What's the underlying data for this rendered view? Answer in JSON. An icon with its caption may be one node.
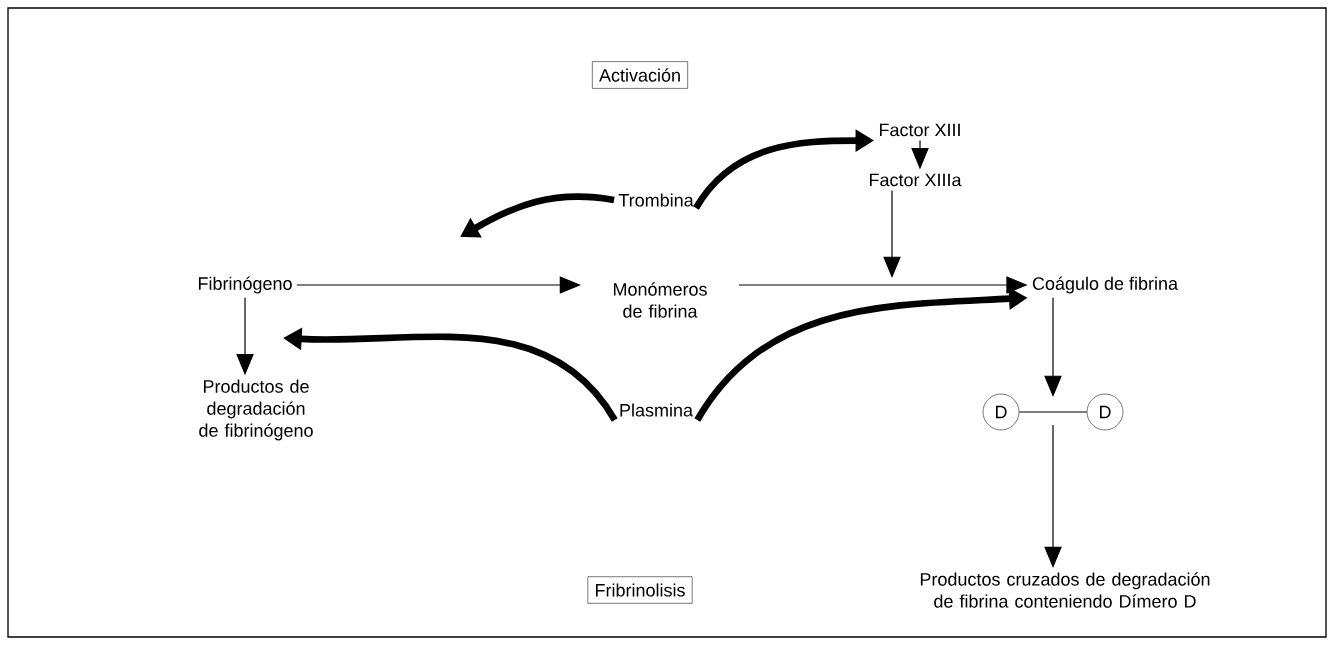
{
  "diagram": {
    "nodes": [
      {
        "text": [
          "Activación"
        ]
      },
      {
        "text": [
          "Factor XIII"
        ]
      },
      {
        "text": [
          "Trombina"
        ]
      },
      {
        "text": [
          "Factor XIIIa"
        ]
      },
      {
        "text": [
          "Fibrinógeno"
        ]
      },
      {
        "text": [
          "Monómeros de fibrina"
        ]
      },
      {
        "text": [
          "Coágulo de fibrina"
        ]
      },
      {
        "text": [
          "Productos de degradación de fibrinógeno"
        ]
      },
      {
        "text": [
          "Plasmina"
        ]
      },
      {
        "text": [
          "D"
        ]
      },
      {
        "text": [
          "D"
        ]
      },
      {
        "text": [
          "Productos cruzados de degradación de fibrina conteniendo Dímero D"
        ]
      },
      {
        "text": [
          "Fribrinolisis"
        ]
      }
    ],
    "edges": [
      {
        "from": 2,
        "to": null,
        "arrow": "to",
        "style": "thick"
      },
      {
        "from": 2,
        "to": 1,
        "arrow": "to",
        "style": "thick"
      },
      {
        "from": 1,
        "to": 3,
        "arrow": "to"
      },
      {
        "from": 3,
        "to": null,
        "arrow": "to"
      },
      {
        "from": 4,
        "to": 5,
        "arrow": "to"
      },
      {
        "from": 5,
        "to": 6,
        "arrow": "to"
      },
      {
        "from": 4,
        "to": 7,
        "arrow": "to"
      },
      {
        "from": 8,
        "to": null,
        "arrow": "to",
        "style": "thick"
      },
      {
        "from": 8,
        "to": 6,
        "arrow": "to",
        "style": "thick"
      },
      {
        "from": 6,
        "to": null,
        "arrow": "to"
      },
      {
        "from": 9,
        "to": 10,
        "arrow": "none"
      },
      {
        "from": null,
        "to": 11,
        "arrow": "to"
      }
    ]
  }
}
